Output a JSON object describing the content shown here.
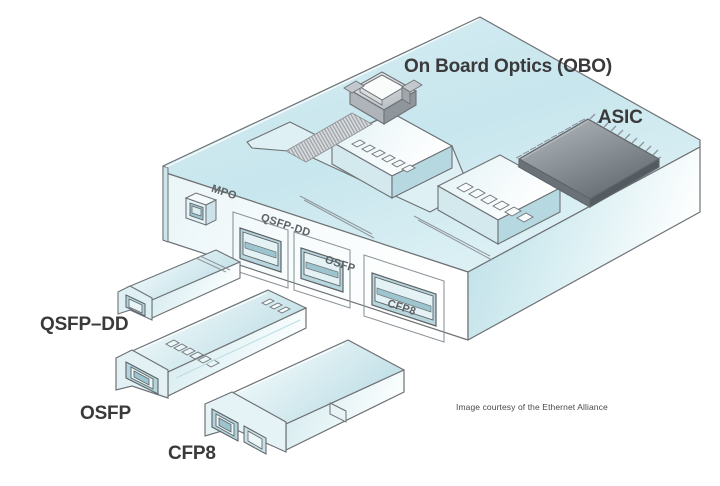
{
  "diagram": {
    "title_labels": {
      "obo": "On Board Optics (OBO)",
      "asic": "ASIC",
      "qsfp_dd": "QSFP–DD",
      "osfp": "OSFP",
      "cfp8": "CFP8"
    },
    "faceplate_port_labels": {
      "mpo": "MPO",
      "qsfp_dd": "QSFP-DD",
      "osfp": "OSFP",
      "cfp8": "CFP8"
    },
    "credit": "Image courtesy of the Ethernet Alliance",
    "colors": {
      "background": "#ffffff",
      "chassis_top": "#cfe9ef",
      "chassis_front": "#e8f4f7",
      "chassis_side": "#bcdfe6",
      "outline": "#6e7276",
      "module_light": "#f2fafb",
      "module_mid": "#cde7ec",
      "module_dark": "#a9ced7",
      "asic_body": "#8e9499",
      "asic_dark": "#5f666b",
      "pin_gray": "#9aa0a5",
      "label_text": "#3a3a3c",
      "port_text": "#5d6265"
    }
  }
}
